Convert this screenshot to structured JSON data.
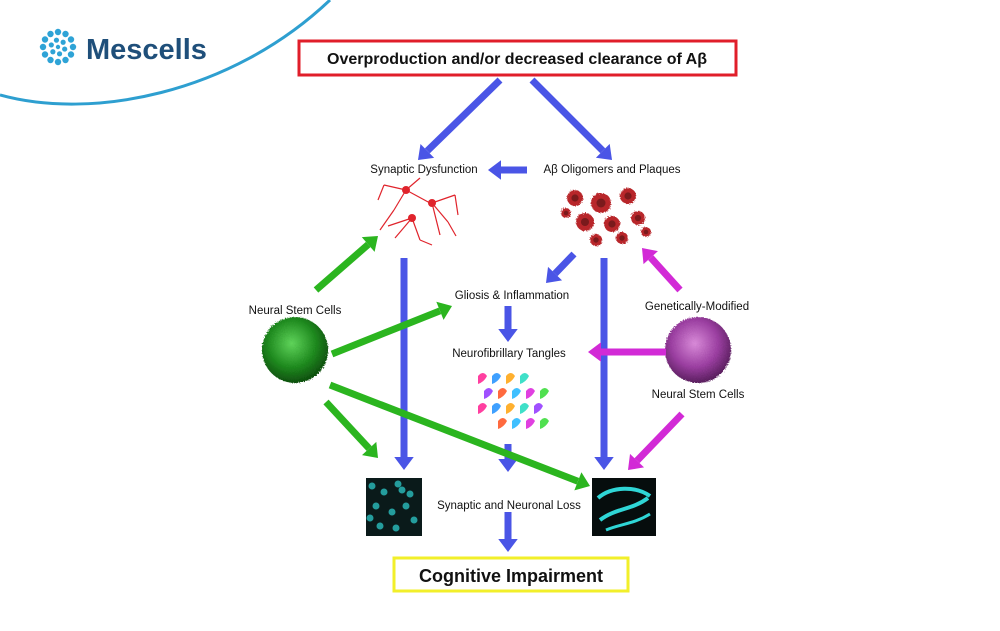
{
  "brand": {
    "name": "Mescells",
    "color": "#1f4f7a",
    "accent": "#2ea3d6",
    "icon": "cell-cluster-icon"
  },
  "diagram": {
    "top_box": {
      "text": "Overproduction and/or decreased clearance of Aβ",
      "border_color": "#e01e2a"
    },
    "synaptic_dysfunction": "Synaptic Dysfunction",
    "oligomers_plaques": "Aβ Oligomers and Plaques",
    "gliosis": "Gliosis &  Inflammation",
    "tangles": "Neurofibrillary Tangles",
    "neural_stem_cells": "Neural Stem Cells",
    "gm_line1": "Genetically-Modified",
    "gm_line2": "Neural Stem Cells",
    "neuronal_loss": "Synaptic and Neuronal Loss",
    "bottom_box": {
      "text": "Cognitive Impairment",
      "border_color": "#f2ef2a"
    }
  },
  "colors": {
    "blue_arrow": "#4a55e6",
    "green_arrow": "#2bb51f",
    "magenta_arrow": "#d22ad6",
    "neuron": "#e0242c",
    "plaque": "#b8262a",
    "nsc": "#1c7f1c",
    "gm_nsc": "#9a3ea0",
    "cyan_tissue": "#2fd6d6",
    "swoosh": "#2e9fd0"
  },
  "icons": [
    "neuron-icon",
    "amyloid-plaques-icon",
    "neural-stem-cell-sphere-icon",
    "gm-neural-stem-cell-sphere-icon",
    "tangles-icon",
    "brain-tissue-icon",
    "hippocampus-icon"
  ]
}
